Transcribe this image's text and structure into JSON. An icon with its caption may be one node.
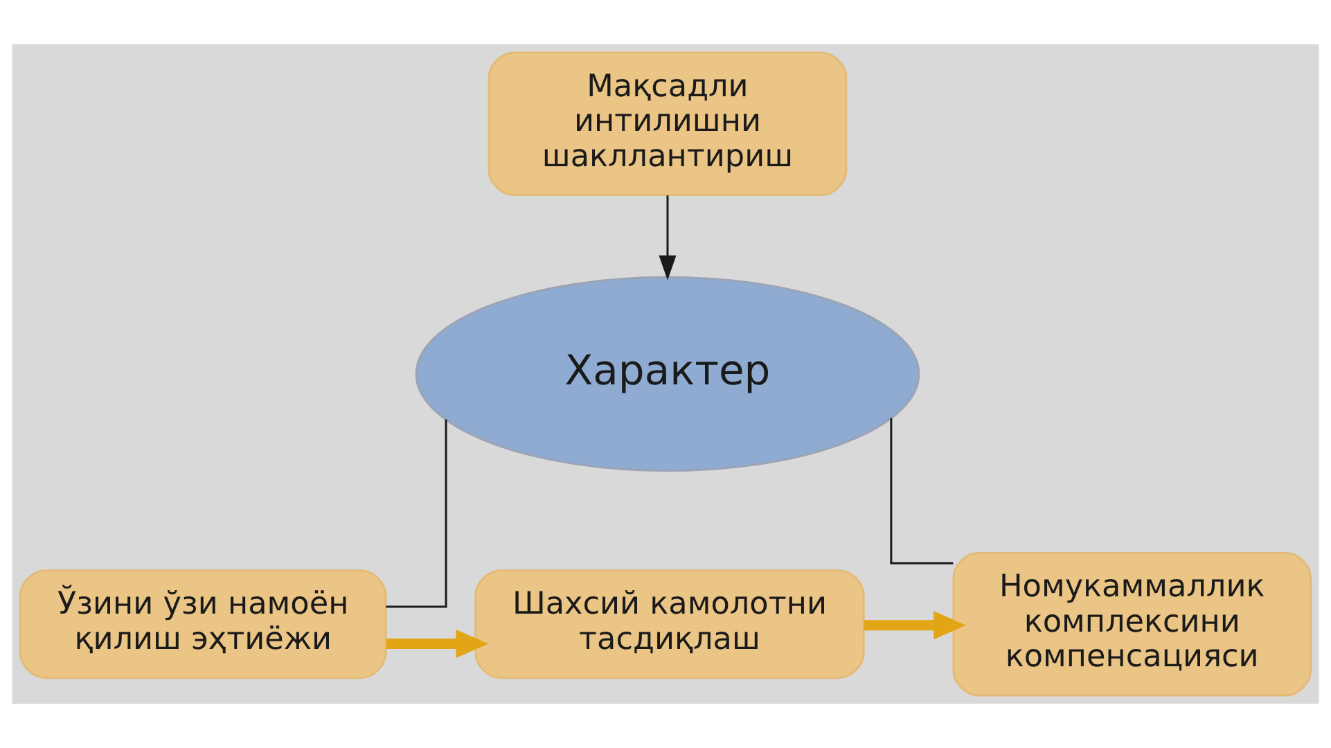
{
  "diagram": {
    "nodes": [
      {
        "text": [
          "Мақсадли интилишни шакллантириш"
        ]
      },
      {
        "text": [
          "Характер"
        ]
      },
      {
        "text": [
          "Ўзини ўзи намоён қилиш эҳтиёжи"
        ]
      },
      {
        "text": [
          "Шахсий камолотни тасдиқлаш"
        ]
      },
      {
        "text": [
          "Номукаммаллик комплексини компенсацияси"
        ]
      }
    ],
    "edges": [
      {
        "from": 0,
        "to": 1,
        "arrow": "to"
      },
      {
        "from": 1,
        "to": 2,
        "arrow": "none"
      },
      {
        "from": 1,
        "to": 4,
        "arrow": "none"
      },
      {
        "from": 2,
        "to": 3,
        "arrow": "to",
        "style": "thick",
        "color": "#e2a516"
      },
      {
        "from": 3,
        "to": 4,
        "arrow": "to",
        "style": "thick",
        "color": "#e2a516"
      }
    ]
  }
}
